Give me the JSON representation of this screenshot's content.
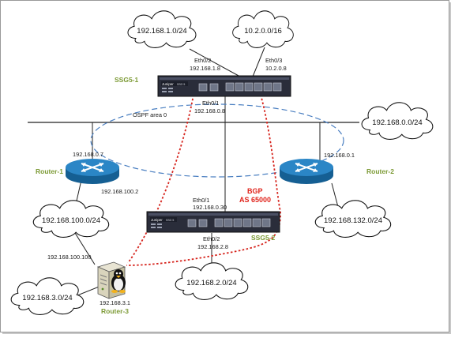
{
  "colors": {
    "device_label": "#7c9a35",
    "bgp_label": "#e0231b",
    "bgp_link": "#d6231c",
    "ospf_area": "#4a7fc1",
    "router_body": "#1e77b4"
  },
  "clouds": {
    "net_192_168_1": "192.168.1.0/24",
    "net_10_2": "10.2.0.0/16",
    "net_192_168_0": "192.168.0.0/24",
    "net_192_168_100": "192.168.100.0/24",
    "net_192_168_132": "192.168.132.0/24",
    "net_192_168_2": "192.168.2.0/24",
    "net_192_168_3": "192.168.3.0/24"
  },
  "devices": {
    "ssg5_1": {
      "name": "SSG5-1",
      "eth02_if": "Eth0/2",
      "eth02_ip": "192.168.1.8",
      "eth03_if": "Eth0/3",
      "eth03_ip": "10.2.0.8",
      "eth01_if": "Eth0/1",
      "eth01_ip": "192.168.0.8"
    },
    "ssg5_2": {
      "name": "SSG5-2",
      "eth01_if": "Eth0/1",
      "eth01_ip": "192.168.0.30",
      "eth02_if": "Eth0/2",
      "eth02_ip": "192.168.2.8"
    },
    "router1": {
      "name": "Router-1",
      "ip_top": "192.168.0.7",
      "ip_bottom": "192.168.100.2"
    },
    "router2": {
      "name": "Router-2",
      "ip_top": "192.168.0.1"
    },
    "router3": {
      "name": "Router-3",
      "ip_top": "192.168.100.100",
      "ip_bottom": "192.168.3.1"
    }
  },
  "ospf_label": "OSPF area 0",
  "bgp": {
    "line1": "BGP",
    "line2": "AS 65000"
  },
  "firewall_brand": "Juniper",
  "firewall_model": "SSG 5"
}
